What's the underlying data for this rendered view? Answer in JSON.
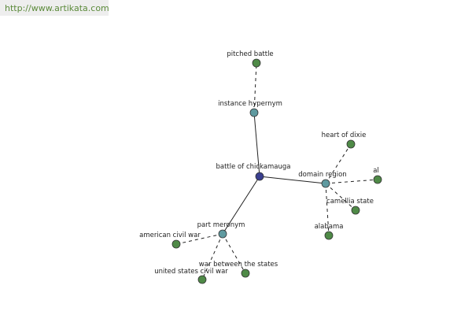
{
  "watermark": {
    "url": "http://www.artikata.com"
  },
  "colors": {
    "leaf": "#4f8a47",
    "relation": "#5f9aa0",
    "center": "#3a3f8f",
    "stroke": "#333333",
    "watermark": "#5b8a3a"
  },
  "graph": {
    "nodes": [
      {
        "id": "center",
        "label": "battle of chickamauga",
        "kind": "center"
      },
      {
        "id": "inst",
        "label": "instance hypernym",
        "kind": "relation"
      },
      {
        "id": "pitched",
        "label": "pitched battle",
        "kind": "leaf"
      },
      {
        "id": "domain",
        "label": "domain region",
        "kind": "relation"
      },
      {
        "id": "dixie",
        "label": "heart of dixie",
        "kind": "leaf"
      },
      {
        "id": "al",
        "label": "al",
        "kind": "leaf"
      },
      {
        "id": "camellia",
        "label": "camellia state",
        "kind": "leaf"
      },
      {
        "id": "alabama",
        "label": "alabama",
        "kind": "leaf"
      },
      {
        "id": "part",
        "label": "part meronym",
        "kind": "relation"
      },
      {
        "id": "acw",
        "label": "american civil war",
        "kind": "leaf"
      },
      {
        "id": "wbts",
        "label": "war between the states",
        "kind": "leaf"
      },
      {
        "id": "uscw",
        "label": "united states civil war",
        "kind": "leaf"
      }
    ],
    "edges": [
      {
        "from": "center",
        "to": "inst",
        "style": "solid"
      },
      {
        "from": "center",
        "to": "domain",
        "style": "solid"
      },
      {
        "from": "center",
        "to": "part",
        "style": "solid"
      },
      {
        "from": "inst",
        "to": "pitched",
        "style": "dashed"
      },
      {
        "from": "domain",
        "to": "dixie",
        "style": "dashed"
      },
      {
        "from": "domain",
        "to": "al",
        "style": "dashed"
      },
      {
        "from": "domain",
        "to": "camellia",
        "style": "dashed"
      },
      {
        "from": "domain",
        "to": "alabama",
        "style": "dashed"
      },
      {
        "from": "part",
        "to": "acw",
        "style": "dashed"
      },
      {
        "from": "part",
        "to": "wbts",
        "style": "dashed"
      },
      {
        "from": "part",
        "to": "uscw",
        "style": "dashed"
      }
    ]
  }
}
